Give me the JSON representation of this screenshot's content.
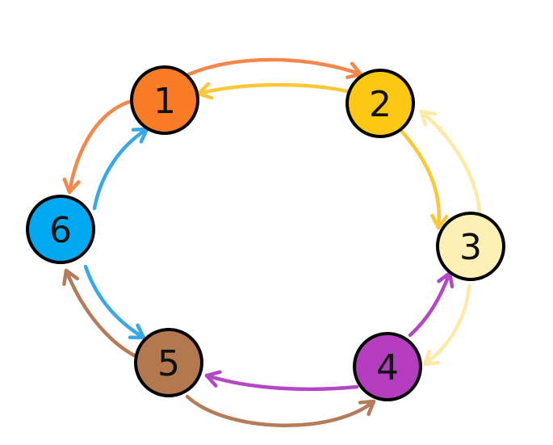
{
  "nodes": [
    {
      "id": "1",
      "label": "1",
      "color": "#FA7D26"
    },
    {
      "id": "2",
      "label": "2",
      "color": "#FCC814"
    },
    {
      "id": "3",
      "label": "3",
      "color": "#FCF0B4"
    },
    {
      "id": "4",
      "label": "4",
      "color": "#B43CBE"
    },
    {
      "id": "5",
      "label": "5",
      "color": "#B4784E"
    },
    {
      "id": "6",
      "label": "6",
      "color": "#00A8F0"
    }
  ],
  "edges": [
    {
      "from": "1",
      "to": "2",
      "color": "#F5874A"
    },
    {
      "from": "2",
      "to": "1",
      "color": "#FCC838"
    },
    {
      "from": "2",
      "to": "3",
      "color": "#FCC838"
    },
    {
      "from": "3",
      "to": "2",
      "color": "#FCEAA6"
    },
    {
      "from": "3",
      "to": "4",
      "color": "#FCEAA6"
    },
    {
      "from": "4",
      "to": "3",
      "color": "#B448C4"
    },
    {
      "from": "4",
      "to": "5",
      "color": "#B448C4"
    },
    {
      "from": "5",
      "to": "4",
      "color": "#B47C58"
    },
    {
      "from": "5",
      "to": "6",
      "color": "#B47C58"
    },
    {
      "from": "6",
      "to": "5",
      "color": "#3AA8E6"
    },
    {
      "from": "6",
      "to": "1",
      "color": "#3AA8E6"
    },
    {
      "from": "1",
      "to": "6",
      "color": "#F5874A"
    }
  ],
  "outline_color": "#000000"
}
